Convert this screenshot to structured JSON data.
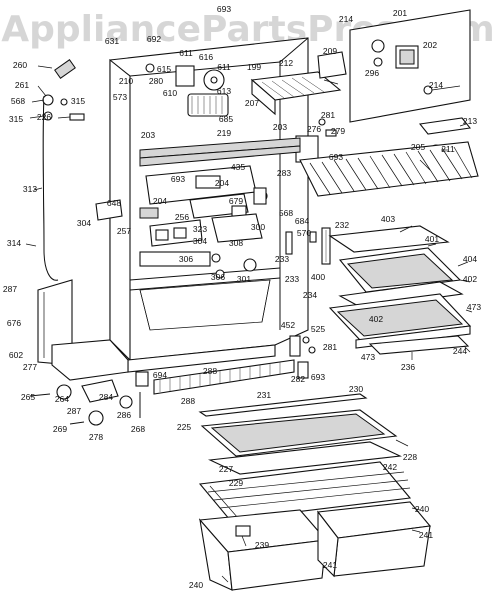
{
  "watermark": "AppliancePartsPros.com",
  "labels": [
    {
      "id": "693a",
      "text": "693"
    },
    {
      "id": "631",
      "text": "631"
    },
    {
      "id": "692",
      "text": "692"
    },
    {
      "id": "260",
      "text": "260"
    },
    {
      "id": "261",
      "text": "261"
    },
    {
      "id": "568a",
      "text": "568"
    },
    {
      "id": "315a",
      "text": "315"
    },
    {
      "id": "315b",
      "text": "315"
    },
    {
      "id": "226",
      "text": "226"
    },
    {
      "id": "573",
      "text": "573"
    },
    {
      "id": "210",
      "text": "210"
    },
    {
      "id": "280",
      "text": "280"
    },
    {
      "id": "611a",
      "text": "611"
    },
    {
      "id": "611b",
      "text": "611"
    },
    {
      "id": "615",
      "text": "615"
    },
    {
      "id": "616",
      "text": "616"
    },
    {
      "id": "610",
      "text": "610"
    },
    {
      "id": "613",
      "text": "613"
    },
    {
      "id": "199",
      "text": "199"
    },
    {
      "id": "212",
      "text": "212"
    },
    {
      "id": "207",
      "text": "207"
    },
    {
      "id": "685",
      "text": "685"
    },
    {
      "id": "219",
      "text": "219"
    },
    {
      "id": "209",
      "text": "209"
    },
    {
      "id": "214a",
      "text": "214"
    },
    {
      "id": "201",
      "text": "201"
    },
    {
      "id": "202",
      "text": "202"
    },
    {
      "id": "296",
      "text": "296"
    },
    {
      "id": "214b",
      "text": "214"
    },
    {
      "id": "213",
      "text": "213"
    },
    {
      "id": "211",
      "text": "211"
    },
    {
      "id": "281a",
      "text": "281"
    },
    {
      "id": "279",
      "text": "279"
    },
    {
      "id": "276",
      "text": "276"
    },
    {
      "id": "203a",
      "text": "203"
    },
    {
      "id": "203b",
      "text": "203"
    },
    {
      "id": "693b",
      "text": "693"
    },
    {
      "id": "205",
      "text": "205"
    },
    {
      "id": "313",
      "text": "313"
    },
    {
      "id": "435",
      "text": "435"
    },
    {
      "id": "693c",
      "text": "693"
    },
    {
      "id": "204a",
      "text": "204"
    },
    {
      "id": "283",
      "text": "283"
    },
    {
      "id": "648",
      "text": "648"
    },
    {
      "id": "204b",
      "text": "204"
    },
    {
      "id": "679",
      "text": "679"
    },
    {
      "id": "568b",
      "text": "568"
    },
    {
      "id": "256",
      "text": "256"
    },
    {
      "id": "323",
      "text": "323"
    },
    {
      "id": "304a",
      "text": "304"
    },
    {
      "id": "257",
      "text": "257"
    },
    {
      "id": "304b",
      "text": "304"
    },
    {
      "id": "308",
      "text": "308"
    },
    {
      "id": "300",
      "text": "300"
    },
    {
      "id": "684",
      "text": "684"
    },
    {
      "id": "570",
      "text": "570"
    },
    {
      "id": "232",
      "text": "232"
    },
    {
      "id": "403",
      "text": "403"
    },
    {
      "id": "401",
      "text": "401"
    },
    {
      "id": "314",
      "text": "314"
    },
    {
      "id": "306a",
      "text": "306"
    },
    {
      "id": "306b",
      "text": "306"
    },
    {
      "id": "301",
      "text": "301"
    },
    {
      "id": "233a",
      "text": "233"
    },
    {
      "id": "233b",
      "text": "233"
    },
    {
      "id": "400",
      "text": "400"
    },
    {
      "id": "404",
      "text": "404"
    },
    {
      "id": "402a",
      "text": "402"
    },
    {
      "id": "287",
      "text": "287"
    },
    {
      "id": "234",
      "text": "234"
    },
    {
      "id": "676",
      "text": "676"
    },
    {
      "id": "473a",
      "text": "473"
    },
    {
      "id": "452",
      "text": "452"
    },
    {
      "id": "525",
      "text": "525"
    },
    {
      "id": "402b",
      "text": "402"
    },
    {
      "id": "602",
      "text": "602"
    },
    {
      "id": "277",
      "text": "277"
    },
    {
      "id": "281b",
      "text": "281"
    },
    {
      "id": "473b",
      "text": "473"
    },
    {
      "id": "236",
      "text": "236"
    },
    {
      "id": "244",
      "text": "244"
    },
    {
      "id": "694",
      "text": "694"
    },
    {
      "id": "288a",
      "text": "288"
    },
    {
      "id": "282",
      "text": "282"
    },
    {
      "id": "693d",
      "text": "693"
    },
    {
      "id": "265",
      "text": "265"
    },
    {
      "id": "264",
      "text": "264"
    },
    {
      "id": "284",
      "text": "284"
    },
    {
      "id": "288b",
      "text": "288"
    },
    {
      "id": "231",
      "text": "231"
    },
    {
      "id": "230",
      "text": "230"
    },
    {
      "id": "287b",
      "text": "287"
    },
    {
      "id": "269",
      "text": "269"
    },
    {
      "id": "278",
      "text": "278"
    },
    {
      "id": "286",
      "text": "286"
    },
    {
      "id": "268",
      "text": "268"
    },
    {
      "id": "225",
      "text": "225"
    },
    {
      "id": "227",
      "text": "227"
    },
    {
      "id": "228",
      "text": "228"
    },
    {
      "id": "242",
      "text": "242"
    },
    {
      "id": "229",
      "text": "229"
    },
    {
      "id": "240a",
      "text": "240"
    },
    {
      "id": "241a",
      "text": "241"
    },
    {
      "id": "239",
      "text": "239"
    },
    {
      "id": "241b",
      "text": "241"
    },
    {
      "id": "240b",
      "text": "240"
    }
  ]
}
